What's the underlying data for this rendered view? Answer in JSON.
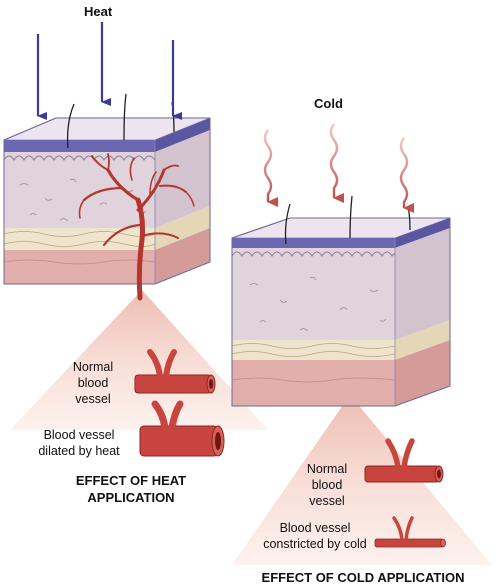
{
  "heat": {
    "title": "Heat",
    "normal_lines": [
      "Normal",
      "blood",
      "vessel"
    ],
    "dilated_lines": [
      "Blood vessel",
      "dilated by heat"
    ],
    "effect_lines": [
      "EFFECT OF HEAT",
      "APPLICATION"
    ]
  },
  "cold": {
    "title": "Cold",
    "normal_lines": [
      "Normal",
      "blood",
      "vessel"
    ],
    "constricted_lines": [
      "Blood vessel",
      "constricted by cold"
    ],
    "effect": "EFFECT OF COLD APPLICATION"
  },
  "colors": {
    "heat_arrow": "#3a3a9a",
    "cold_arrow": "#c0504d",
    "vessel": "#c8453f",
    "vessel_dark": "#8e2522",
    "skin_top": "#e7dde6",
    "epidermis": "#6b67b0",
    "dermis": "#ddd0d8",
    "fat": "#efe6cf",
    "muscle": "#e6b7b6",
    "cone": "#f7dcd5"
  }
}
